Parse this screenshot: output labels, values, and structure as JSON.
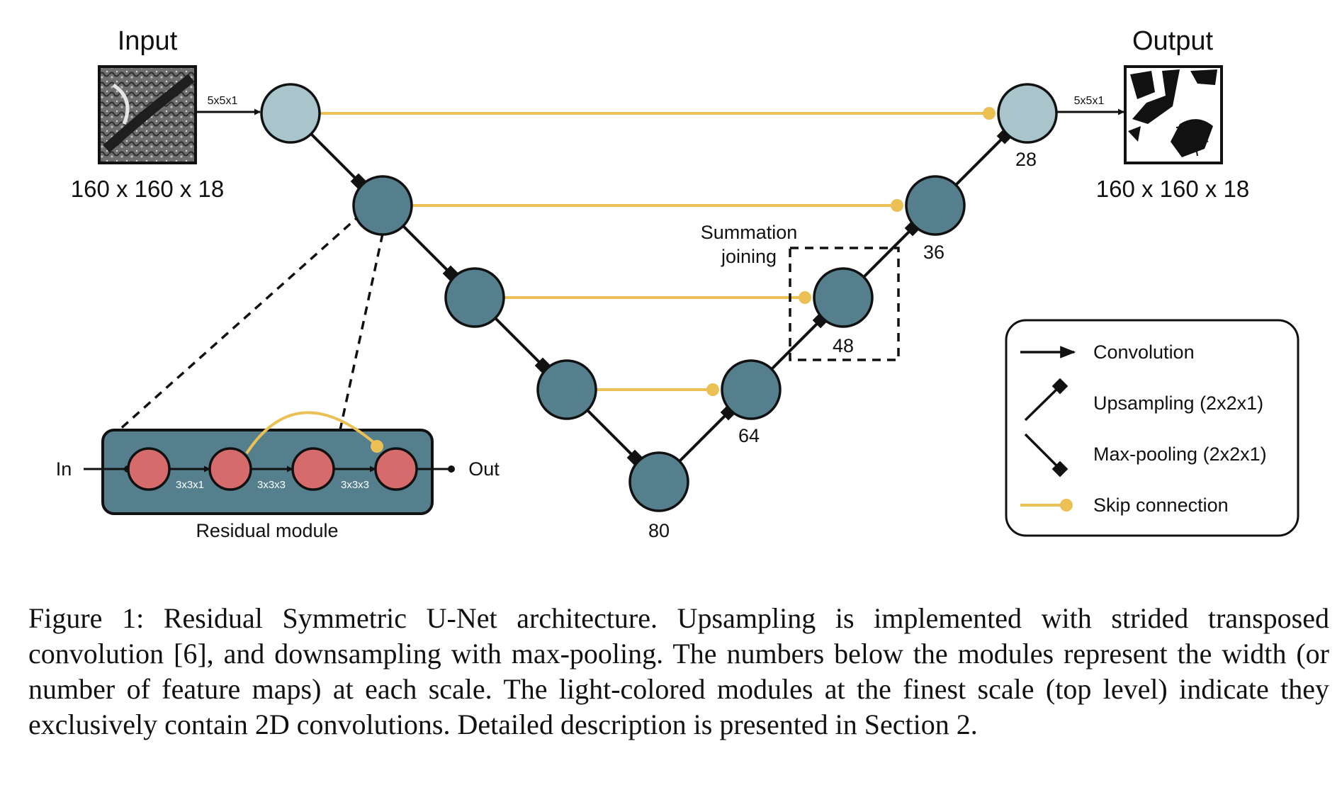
{
  "labels": {
    "input_title": "Input",
    "output_title": "Output",
    "input_dims": "160 x 160 x 18",
    "output_dims": "160 x 160 x 18",
    "input_conv": "5x5x1",
    "output_conv": "5x5x1",
    "summation_line1": "Summation",
    "summation_line2": "joining"
  },
  "widths": {
    "w80": "80",
    "w64": "64",
    "w48": "48",
    "w36": "36",
    "w28": "28"
  },
  "residual": {
    "in_label": "In",
    "out_label": "Out",
    "conv1": "3x3x1",
    "conv2": "3x3x3",
    "conv3": "3x3x3",
    "caption": "Residual module"
  },
  "legend": {
    "convolution": "Convolution",
    "upsampling": "Upsampling (2x2x1)",
    "maxpooling": "Max-pooling (2x2x1)",
    "skip": "Skip connection"
  },
  "colors": {
    "node_dark": "#557f8d",
    "node_light": "#a9c4ca",
    "module_red": "#d56b6b",
    "skip_yellow": "#ebc155",
    "residual_bg": "#557f8d"
  },
  "caption": "Figure 1: Residual Symmetric U-Net architecture. Upsampling is implemented with strided transposed convolution [6], and downsampling with max-pooling. The numbers below the modules represent the width (or number of feature maps) at each scale. The light-colored modules at the finest scale (top level) indicate they exclusively contain 2D convolutions. Detailed description is presented in Section 2."
}
